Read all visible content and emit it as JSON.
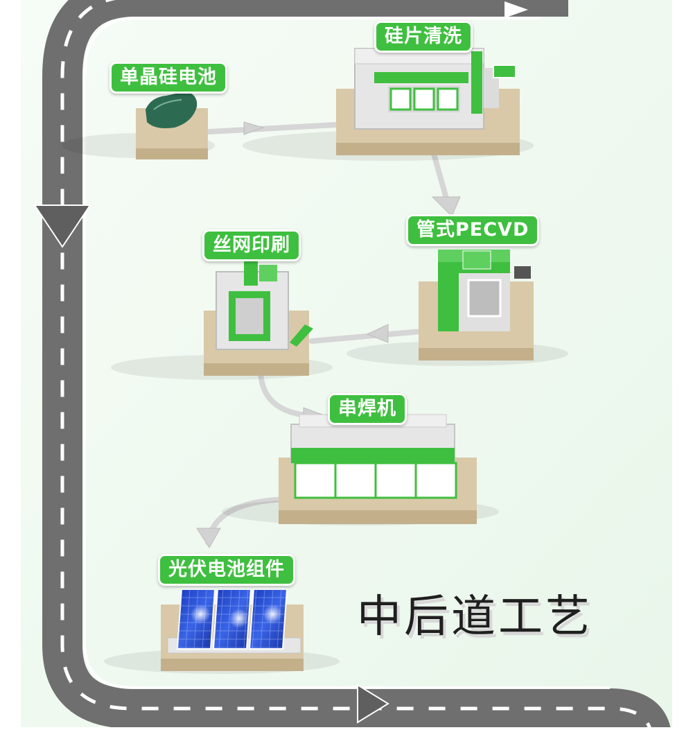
{
  "title": "中后道工艺",
  "steps": [
    {
      "id": "monocrystalline-silicon",
      "label": "单晶硅电池"
    },
    {
      "id": "wafer-cleaning",
      "label": "硅片清洗"
    },
    {
      "id": "tube-pecvd",
      "label": "管式PECVD"
    },
    {
      "id": "screen-printing",
      "label": "丝网印刷"
    },
    {
      "id": "stringer",
      "label": "串焊机"
    },
    {
      "id": "pv-module",
      "label": "光伏电池组件"
    }
  ],
  "colors": {
    "accent_green": "#3fbf3f",
    "road": "#6f6f6f",
    "road_dash": "#ffffff",
    "base": "#d9c9a8",
    "machine_body": "#e6e6e6",
    "solar_blue": "#2148c8",
    "background_tint": "#eef8ee"
  },
  "icons": [
    "road-arrow-icon",
    "flow-arrow-icon"
  ]
}
